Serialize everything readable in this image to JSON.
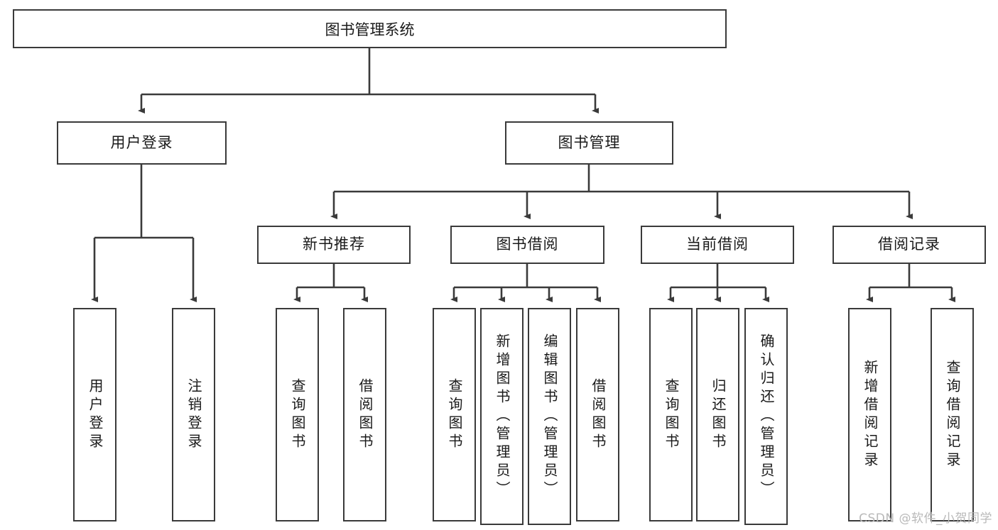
{
  "diagram": {
    "title": "图书管理系统",
    "watermark": "CSDN @软件_小贺同学",
    "colors": {
      "stroke": "#3a3a3a",
      "text": "#1a1a1a",
      "background": "#ffffff",
      "watermark": "#b9b9b9"
    },
    "levels": {
      "root": {
        "label": "图书管理系统"
      },
      "level2": [
        {
          "label": "用户登录"
        },
        {
          "label": "图书管理"
        }
      ],
      "level3": [
        {
          "label": "新书推荐"
        },
        {
          "label": "图书借阅"
        },
        {
          "label": "当前借阅"
        },
        {
          "label": "借阅记录"
        }
      ],
      "leaves_user_login": [
        {
          "label": "用户登录"
        },
        {
          "label": "注销登录"
        }
      ],
      "leaves_new_book": [
        {
          "label": "查询图书"
        },
        {
          "label": "借阅图书"
        }
      ],
      "leaves_borrow": [
        {
          "label": "查询图书"
        },
        {
          "label": "新增图书（管理员）"
        },
        {
          "label": "编辑图书（管理员）"
        },
        {
          "label": "借阅图书"
        }
      ],
      "leaves_current": [
        {
          "label": "查询图书"
        },
        {
          "label": "归还图书"
        },
        {
          "label": "确认归还（管理员）"
        }
      ],
      "leaves_records": [
        {
          "label": "新增借阅记录"
        },
        {
          "label": "查询借阅记录"
        }
      ]
    }
  }
}
